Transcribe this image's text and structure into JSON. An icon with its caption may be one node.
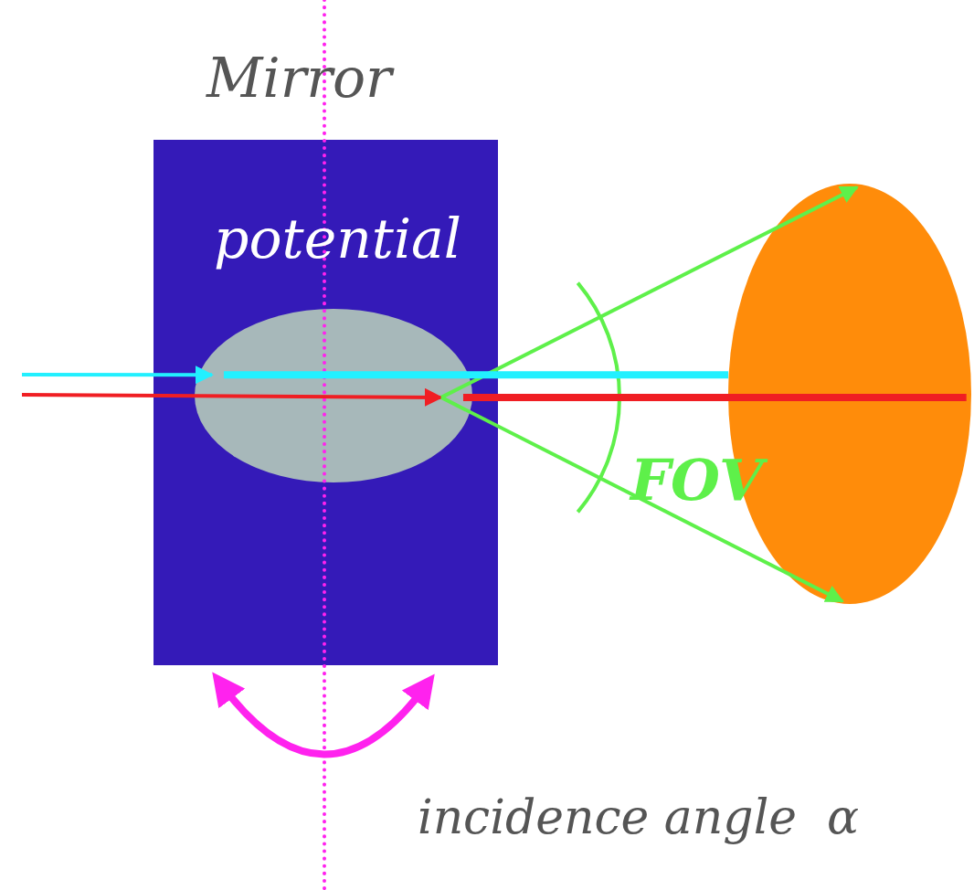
{
  "diagram": {
    "nodes": [
      {
        "text": [
          "Mirror",
          "potential"
        ]
      },
      {
        "text": [],
        "shape": "ellipse",
        "in": 0
      },
      {
        "text": [],
        "shape": "ellipse"
      }
    ],
    "edges": [
      {
        "from": null,
        "to": 1,
        "arrow": "to",
        "color": "#22f0ff"
      },
      {
        "from": null,
        "to": 1,
        "arrow": "to",
        "color": "#f01e23"
      },
      {
        "from": 1,
        "to": 2,
        "arrow": "to",
        "color": "#5ef04a"
      },
      {
        "from": 1,
        "to": 2,
        "arrow": "to",
        "color": "#5ef04a"
      },
      {
        "from": 1,
        "to": 2,
        "arrow": "none",
        "style": "thick",
        "color": "#22f0ff"
      },
      {
        "from": 1,
        "to": 2,
        "arrow": "none",
        "style": "thick",
        "color": "#f01e23"
      }
    ],
    "labels": [
      "FOV",
      "incidence angle",
      "α"
    ]
  }
}
